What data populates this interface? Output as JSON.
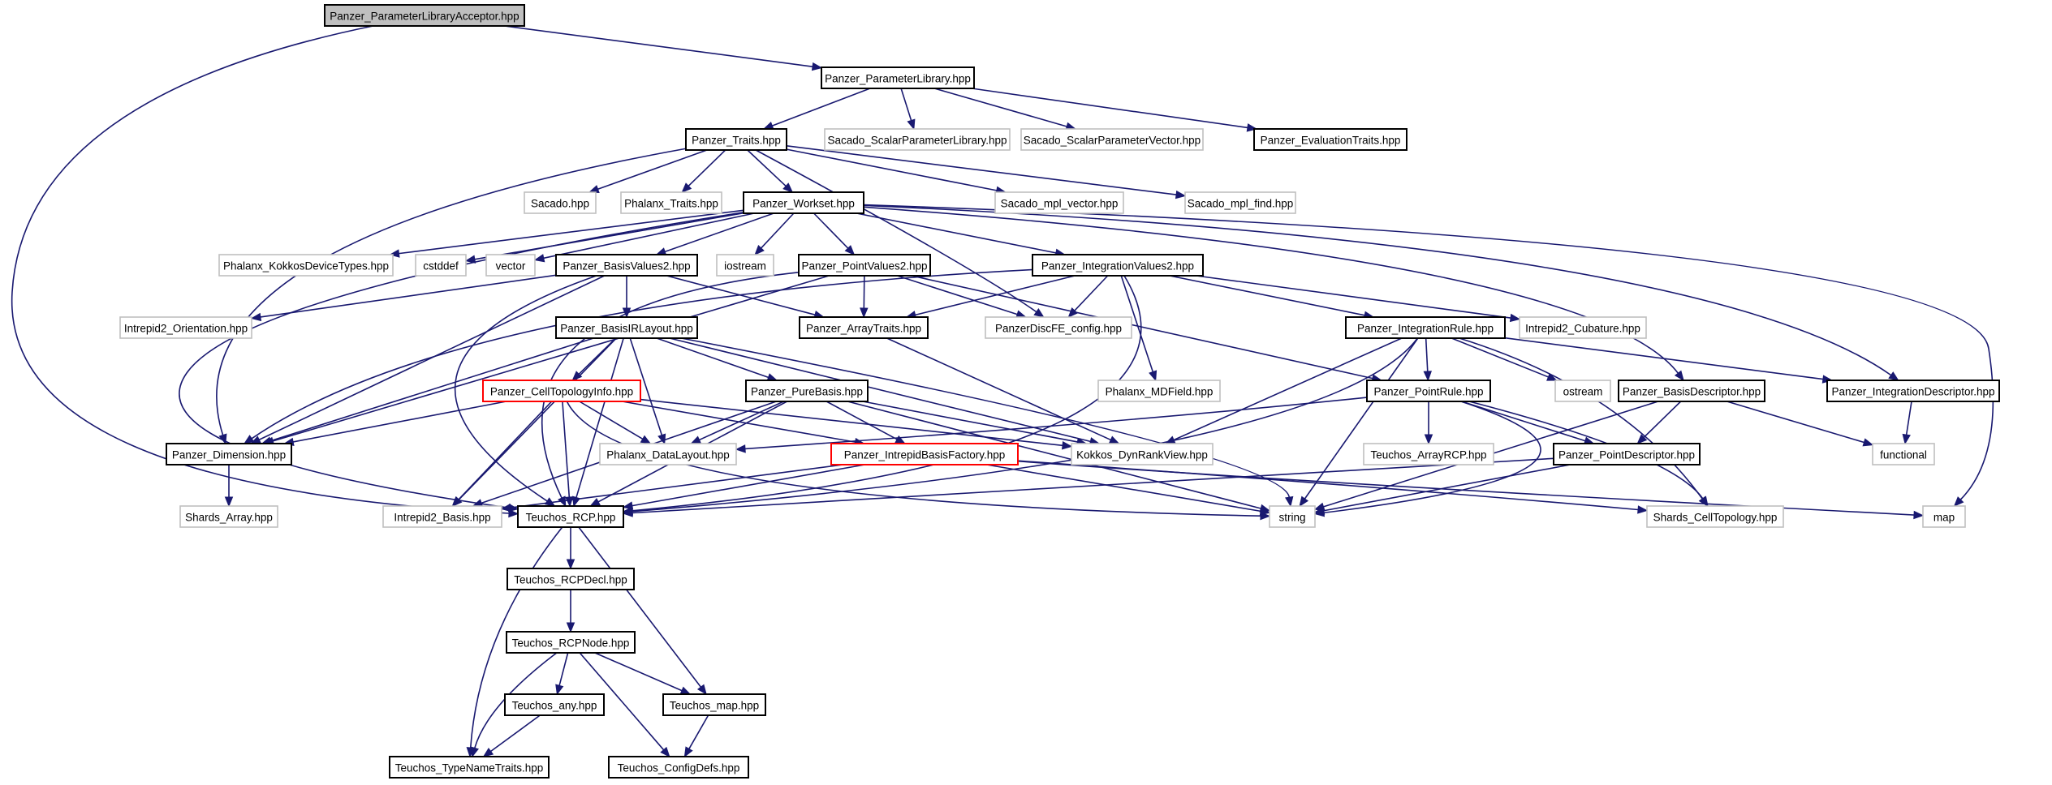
{
  "graph": {
    "nodes": [
      {
        "id": "n_acceptor",
        "label": "Panzer_ParameterLibraryAcceptor.hpp",
        "style": "root"
      },
      {
        "id": "n_paramlib",
        "label": "Panzer_ParameterLibrary.hpp",
        "style": "normal"
      },
      {
        "id": "n_traits",
        "label": "Panzer_Traits.hpp",
        "style": "normal"
      },
      {
        "id": "n_sacado_spl",
        "label": "Sacado_ScalarParameterLibrary.hpp",
        "style": "external"
      },
      {
        "id": "n_sacado_spv",
        "label": "Sacado_ScalarParameterVector.hpp",
        "style": "external"
      },
      {
        "id": "n_evaltraits",
        "label": "Panzer_EvaluationTraits.hpp",
        "style": "normal"
      },
      {
        "id": "n_sacado",
        "label": "Sacado.hpp",
        "style": "external"
      },
      {
        "id": "n_phalanx_traits",
        "label": "Phalanx_Traits.hpp",
        "style": "external"
      },
      {
        "id": "n_workset",
        "label": "Panzer_Workset.hpp",
        "style": "normal"
      },
      {
        "id": "n_mpl_vector",
        "label": "Sacado_mpl_vector.hpp",
        "style": "external"
      },
      {
        "id": "n_mpl_find",
        "label": "Sacado_mpl_find.hpp",
        "style": "external"
      },
      {
        "id": "n_kokkos_types",
        "label": "Phalanx_KokkosDeviceTypes.hpp",
        "style": "external"
      },
      {
        "id": "n_cstddef",
        "label": "cstddef",
        "style": "external"
      },
      {
        "id": "n_vector",
        "label": "vector",
        "style": "external"
      },
      {
        "id": "n_basisvalues2",
        "label": "Panzer_BasisValues2.hpp",
        "style": "normal"
      },
      {
        "id": "n_iostream",
        "label": "iostream",
        "style": "external"
      },
      {
        "id": "n_pointvalues2",
        "label": "Panzer_PointValues2.hpp",
        "style": "normal"
      },
      {
        "id": "n_intvalues2",
        "label": "Panzer_IntegrationValues2.hpp",
        "style": "normal"
      },
      {
        "id": "n_intrepid_orient",
        "label": "Intrepid2_Orientation.hpp",
        "style": "external"
      },
      {
        "id": "n_basisirlayout",
        "label": "Panzer_BasisIRLayout.hpp",
        "style": "normal"
      },
      {
        "id": "n_arraytraits",
        "label": "Panzer_ArrayTraits.hpp",
        "style": "normal"
      },
      {
        "id": "n_discfe_config",
        "label": "PanzerDiscFE_config.hpp",
        "style": "external"
      },
      {
        "id": "n_intrule",
        "label": "Panzer_IntegrationRule.hpp",
        "style": "normal"
      },
      {
        "id": "n_intrepid_cub",
        "label": "Intrepid2_Cubature.hpp",
        "style": "external"
      },
      {
        "id": "n_celltopoinfo",
        "label": "Panzer_CellTopologyInfo.hpp",
        "style": "highlight"
      },
      {
        "id": "n_purebasis",
        "label": "Panzer_PureBasis.hpp",
        "style": "normal"
      },
      {
        "id": "n_mdfield",
        "label": "Phalanx_MDField.hpp",
        "style": "external"
      },
      {
        "id": "n_pointrule",
        "label": "Panzer_PointRule.hpp",
        "style": "normal"
      },
      {
        "id": "n_ostream",
        "label": "ostream",
        "style": "external"
      },
      {
        "id": "n_basisdesc",
        "label": "Panzer_BasisDescriptor.hpp",
        "style": "normal"
      },
      {
        "id": "n_intdesc",
        "label": "Panzer_IntegrationDescriptor.hpp",
        "style": "normal"
      },
      {
        "id": "n_dimension",
        "label": "Panzer_Dimension.hpp",
        "style": "normal"
      },
      {
        "id": "n_datalayout",
        "label": "Phalanx_DataLayout.hpp",
        "style": "external"
      },
      {
        "id": "n_ibfactory",
        "label": "Panzer_IntrepidBasisFactory.hpp",
        "style": "highlight"
      },
      {
        "id": "n_dynrankview",
        "label": "Kokkos_DynRankView.hpp",
        "style": "external"
      },
      {
        "id": "n_arrayrcp",
        "label": "Teuchos_ArrayRCP.hpp",
        "style": "external"
      },
      {
        "id": "n_pointdesc",
        "label": "Panzer_PointDescriptor.hpp",
        "style": "normal"
      },
      {
        "id": "n_functional",
        "label": "functional",
        "style": "external"
      },
      {
        "id": "n_shards_array",
        "label": "Shards_Array.hpp",
        "style": "external"
      },
      {
        "id": "n_intrepid_basis",
        "label": "Intrepid2_Basis.hpp",
        "style": "external"
      },
      {
        "id": "n_rcp",
        "label": "Teuchos_RCP.hpp",
        "style": "normal"
      },
      {
        "id": "n_string",
        "label": "string",
        "style": "external"
      },
      {
        "id": "n_shards_ct",
        "label": "Shards_CellTopology.hpp",
        "style": "external"
      },
      {
        "id": "n_map",
        "label": "map",
        "style": "external"
      },
      {
        "id": "n_rcpdecl",
        "label": "Teuchos_RCPDecl.hpp",
        "style": "normal"
      },
      {
        "id": "n_rcpnode",
        "label": "Teuchos_RCPNode.hpp",
        "style": "normal"
      },
      {
        "id": "n_any",
        "label": "Teuchos_any.hpp",
        "style": "normal"
      },
      {
        "id": "n_tmap",
        "label": "Teuchos_map.hpp",
        "style": "normal"
      },
      {
        "id": "n_typenametraits",
        "label": "Teuchos_TypeNameTraits.hpp",
        "style": "normal"
      },
      {
        "id": "n_configdefs",
        "label": "Teuchos_ConfigDefs.hpp",
        "style": "normal"
      }
    ],
    "edges": [
      [
        "n_acceptor",
        "n_paramlib"
      ],
      [
        "n_acceptor",
        "n_rcp"
      ],
      [
        "n_paramlib",
        "n_traits"
      ],
      [
        "n_paramlib",
        "n_sacado_spl"
      ],
      [
        "n_paramlib",
        "n_sacado_spv"
      ],
      [
        "n_paramlib",
        "n_evaltraits"
      ],
      [
        "n_traits",
        "n_sacado"
      ],
      [
        "n_traits",
        "n_phalanx_traits"
      ],
      [
        "n_traits",
        "n_workset"
      ],
      [
        "n_traits",
        "n_mpl_vector"
      ],
      [
        "n_traits",
        "n_mpl_find"
      ],
      [
        "n_traits",
        "n_discfe_config"
      ],
      [
        "n_traits",
        "n_dimension"
      ],
      [
        "n_workset",
        "n_kokkos_types"
      ],
      [
        "n_workset",
        "n_cstddef"
      ],
      [
        "n_workset",
        "n_vector"
      ],
      [
        "n_workset",
        "n_basisvalues2"
      ],
      [
        "n_workset",
        "n_iostream"
      ],
      [
        "n_workset",
        "n_pointvalues2"
      ],
      [
        "n_workset",
        "n_intvalues2"
      ],
      [
        "n_workset",
        "n_basisdesc"
      ],
      [
        "n_workset",
        "n_intdesc"
      ],
      [
        "n_workset",
        "n_map"
      ],
      [
        "n_workset",
        "n_rcp"
      ],
      [
        "n_basisvalues2",
        "n_intrepid_orient"
      ],
      [
        "n_basisvalues2",
        "n_basisirlayout"
      ],
      [
        "n_basisvalues2",
        "n_arraytraits"
      ],
      [
        "n_basisvalues2",
        "n_dimension"
      ],
      [
        "n_basisvalues2",
        "n_rcp"
      ],
      [
        "n_pointvalues2",
        "n_arraytraits"
      ],
      [
        "n_pointvalues2",
        "n_discfe_config"
      ],
      [
        "n_pointvalues2",
        "n_pointrule"
      ],
      [
        "n_pointvalues2",
        "n_dimension"
      ],
      [
        "n_pointvalues2",
        "n_rcp"
      ],
      [
        "n_intvalues2",
        "n_arraytraits"
      ],
      [
        "n_intvalues2",
        "n_discfe_config"
      ],
      [
        "n_intvalues2",
        "n_intrule"
      ],
      [
        "n_intvalues2",
        "n_intrepid_cub"
      ],
      [
        "n_intvalues2",
        "n_mdfield"
      ],
      [
        "n_intvalues2",
        "n_dimension"
      ],
      [
        "n_intvalues2",
        "n_rcp"
      ],
      [
        "n_arraytraits",
        "n_dynrankview"
      ],
      [
        "n_basisirlayout",
        "n_celltopoinfo"
      ],
      [
        "n_basisirlayout",
        "n_purebasis"
      ],
      [
        "n_basisirlayout",
        "n_dimension"
      ],
      [
        "n_basisirlayout",
        "n_datalayout"
      ],
      [
        "n_basisirlayout",
        "n_intrepid_basis"
      ],
      [
        "n_basisirlayout",
        "n_rcp"
      ],
      [
        "n_basisirlayout",
        "n_string"
      ],
      [
        "n_basisirlayout",
        "n_dynrankview"
      ],
      [
        "n_celltopoinfo",
        "n_dimension"
      ],
      [
        "n_celltopoinfo",
        "n_datalayout"
      ],
      [
        "n_celltopoinfo",
        "n_ibfactory"
      ],
      [
        "n_celltopoinfo",
        "n_intrepid_basis"
      ],
      [
        "n_celltopoinfo",
        "n_rcp"
      ],
      [
        "n_celltopoinfo",
        "n_string"
      ],
      [
        "n_celltopoinfo",
        "n_dynrankview"
      ],
      [
        "n_purebasis",
        "n_datalayout"
      ],
      [
        "n_purebasis",
        "n_ibfactory"
      ],
      [
        "n_purebasis",
        "n_dynrankview"
      ],
      [
        "n_purebasis",
        "n_intrepid_basis"
      ],
      [
        "n_purebasis",
        "n_rcp"
      ],
      [
        "n_purebasis",
        "n_string"
      ],
      [
        "n_intrule",
        "n_pointrule"
      ],
      [
        "n_intrule",
        "n_ostream"
      ],
      [
        "n_intrule",
        "n_intdesc"
      ],
      [
        "n_intrule",
        "n_dynrankview"
      ],
      [
        "n_intrule",
        "n_shards_ct"
      ],
      [
        "n_intrule",
        "n_rcp"
      ],
      [
        "n_intrule",
        "n_string"
      ],
      [
        "n_pointrule",
        "n_arrayrcp"
      ],
      [
        "n_pointrule",
        "n_pointdesc"
      ],
      [
        "n_pointrule",
        "n_shards_ct"
      ],
      [
        "n_pointrule",
        "n_datalayout"
      ],
      [
        "n_pointrule",
        "n_string"
      ],
      [
        "n_basisdesc",
        "n_pointdesc"
      ],
      [
        "n_basisdesc",
        "n_functional"
      ],
      [
        "n_basisdesc",
        "n_string"
      ],
      [
        "n_intdesc",
        "n_functional"
      ],
      [
        "n_pointdesc",
        "n_string"
      ],
      [
        "n_pointdesc",
        "n_rcp"
      ],
      [
        "n_ibfactory",
        "n_intrepid_basis"
      ],
      [
        "n_ibfactory",
        "n_rcp"
      ],
      [
        "n_ibfactory",
        "n_string"
      ],
      [
        "n_ibfactory",
        "n_shards_ct"
      ],
      [
        "n_ibfactory",
        "n_map"
      ],
      [
        "n_dimension",
        "n_shards_array"
      ],
      [
        "n_rcp",
        "n_rcpdecl"
      ],
      [
        "n_rcp",
        "n_tmap"
      ],
      [
        "n_rcp",
        "n_typenametraits"
      ],
      [
        "n_rcpdecl",
        "n_rcpnode"
      ],
      [
        "n_rcpnode",
        "n_any"
      ],
      [
        "n_rcpnode",
        "n_tmap"
      ],
      [
        "n_rcpnode",
        "n_configdefs"
      ],
      [
        "n_rcpnode",
        "n_typenametraits"
      ],
      [
        "n_any",
        "n_typenametraits"
      ],
      [
        "n_tmap",
        "n_configdefs"
      ]
    ]
  }
}
